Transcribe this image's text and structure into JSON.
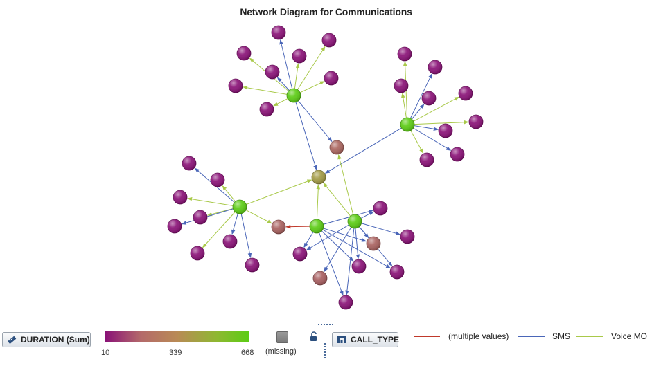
{
  "title": "Network Diagram for Communications",
  "colors": {
    "sms": "#4a66b8",
    "voice": "#a9c94a",
    "multiple": "#c0392b",
    "gradient_low": "#8a1277",
    "gradient_mid": "#b98a55",
    "gradient_high": "#5ccc14",
    "missing": "#8a8a8a"
  },
  "color_legend": {
    "button_label": "DURATION (Sum)",
    "icon": "ruler-icon",
    "min_label": "10",
    "mid_label": "339",
    "max_label": "668",
    "missing_label": "(missing)"
  },
  "line_legend": {
    "button_label": "CALL_TYPE",
    "icon": "category-icon",
    "items": [
      {
        "label": "(multiple values)",
        "color": "#c0392b"
      },
      {
        "label": "SMS",
        "color": "#4a66b8"
      },
      {
        "label": "Voice MO",
        "color": "#a9c94a"
      }
    ]
  },
  "graph": {
    "nodes": [
      {
        "id": "H1",
        "value": 668
      },
      {
        "id": "H2",
        "value": 668
      },
      {
        "id": "H3",
        "value": 668
      },
      {
        "id": "H4",
        "value": 668
      },
      {
        "id": "H5",
        "value": 668
      },
      {
        "id": "C",
        "value": 420
      },
      {
        "id": "M1",
        "value": 240
      },
      {
        "id": "M2",
        "value": 230
      },
      {
        "id": "M3",
        "value": 230
      },
      {
        "id": "M4",
        "value": 220
      },
      {
        "id": "a1",
        "value": 10
      },
      {
        "id": "a2",
        "value": 10
      },
      {
        "id": "a3",
        "value": 10
      },
      {
        "id": "a4",
        "value": 10
      },
      {
        "id": "a5",
        "value": 10
      },
      {
        "id": "a6",
        "value": 10
      },
      {
        "id": "a7",
        "value": 10
      },
      {
        "id": "a8",
        "value": 10
      },
      {
        "id": "b1",
        "value": 10
      },
      {
        "id": "b2",
        "value": 10
      },
      {
        "id": "b3",
        "value": 10
      },
      {
        "id": "b4",
        "value": 10
      },
      {
        "id": "b5",
        "value": 10
      },
      {
        "id": "b6",
        "value": 10
      },
      {
        "id": "b7",
        "value": 10
      },
      {
        "id": "b8",
        "value": 10
      },
      {
        "id": "c1",
        "value": 10
      },
      {
        "id": "c2",
        "value": 10
      },
      {
        "id": "c3",
        "value": 10
      },
      {
        "id": "c4",
        "value": 10
      },
      {
        "id": "c5",
        "value": 10
      },
      {
        "id": "c6",
        "value": 10
      },
      {
        "id": "c7",
        "value": 10
      },
      {
        "id": "c8",
        "value": 10
      },
      {
        "id": "d1",
        "value": 10
      },
      {
        "id": "d2",
        "value": 10
      },
      {
        "id": "d3",
        "value": 10
      },
      {
        "id": "d4",
        "value": 10
      },
      {
        "id": "d5",
        "value": 10
      }
    ],
    "edges": [
      {
        "from": "H1",
        "to": "a1",
        "type": "sms"
      },
      {
        "from": "H1",
        "to": "a2",
        "type": "voice"
      },
      {
        "from": "H1",
        "to": "a3",
        "type": "voice"
      },
      {
        "from": "H1",
        "to": "a4",
        "type": "voice"
      },
      {
        "from": "H1",
        "to": "a5",
        "type": "sms"
      },
      {
        "from": "H1",
        "to": "a6",
        "type": "voice"
      },
      {
        "from": "H1",
        "to": "a7",
        "type": "voice"
      },
      {
        "from": "H1",
        "to": "a8",
        "type": "voice"
      },
      {
        "from": "H1",
        "to": "C",
        "type": "sms"
      },
      {
        "from": "H1",
        "to": "M1",
        "type": "sms"
      },
      {
        "from": "H2",
        "to": "b1",
        "type": "voice"
      },
      {
        "from": "H2",
        "to": "b2",
        "type": "sms"
      },
      {
        "from": "H2",
        "to": "b3",
        "type": "voice"
      },
      {
        "from": "H2",
        "to": "b4",
        "type": "sms"
      },
      {
        "from": "H2",
        "to": "b5",
        "type": "voice"
      },
      {
        "from": "H2",
        "to": "b6",
        "type": "voice"
      },
      {
        "from": "H2",
        "to": "b7",
        "type": "sms"
      },
      {
        "from": "H2",
        "to": "b8",
        "type": "voice"
      },
      {
        "from": "H2",
        "to": "C",
        "type": "sms"
      },
      {
        "from": "H3",
        "to": "c1",
        "type": "sms"
      },
      {
        "from": "H3",
        "to": "c2",
        "type": "voice"
      },
      {
        "from": "H3",
        "to": "c3",
        "type": "voice"
      },
      {
        "from": "H3",
        "to": "c4",
        "type": "voice"
      },
      {
        "from": "H3",
        "to": "c5",
        "type": "sms"
      },
      {
        "from": "H3",
        "to": "c6",
        "type": "sms"
      },
      {
        "from": "H3",
        "to": "c7",
        "type": "voice"
      },
      {
        "from": "H3",
        "to": "c8",
        "type": "sms"
      },
      {
        "from": "H3",
        "to": "C",
        "type": "voice"
      },
      {
        "from": "H3",
        "to": "M2",
        "type": "voice"
      },
      {
        "from": "H4",
        "to": "C",
        "type": "voice"
      },
      {
        "from": "H4",
        "to": "M2",
        "type": "multiple"
      },
      {
        "from": "H4",
        "to": "d1",
        "type": "sms"
      },
      {
        "from": "H4",
        "to": "d2",
        "type": "sms"
      },
      {
        "from": "H4",
        "to": "d3",
        "type": "sms"
      },
      {
        "from": "H4",
        "to": "M3",
        "type": "sms"
      },
      {
        "from": "H4",
        "to": "d4",
        "type": "sms"
      },
      {
        "from": "H4",
        "to": "d5",
        "type": "sms"
      },
      {
        "from": "H5",
        "to": "C",
        "type": "voice"
      },
      {
        "from": "H5",
        "to": "M1",
        "type": "voice"
      },
      {
        "from": "H5",
        "to": "d1",
        "type": "sms"
      },
      {
        "from": "H5",
        "to": "M3",
        "type": "sms"
      },
      {
        "from": "H5",
        "to": "M4",
        "type": "sms"
      },
      {
        "from": "H5",
        "to": "d2",
        "type": "sms"
      },
      {
        "from": "H5",
        "to": "d3",
        "type": "sms"
      },
      {
        "from": "H5",
        "to": "d4",
        "type": "sms"
      }
    ]
  }
}
